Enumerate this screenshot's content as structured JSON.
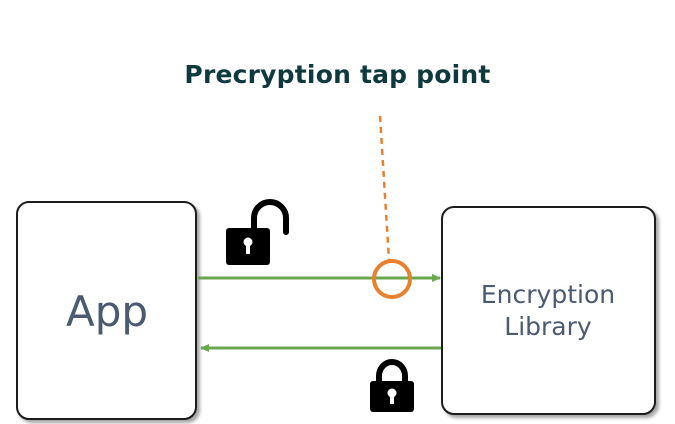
{
  "diagram": {
    "title": "Precryption tap point",
    "nodes": {
      "app": {
        "label": "App"
      },
      "library": {
        "label": "Encryption\nLibrary"
      }
    },
    "icons": {
      "top_arrow": "unlocked-padlock-icon",
      "bottom_arrow": "locked-padlock-icon",
      "tap_point": "tap-point-circle-icon"
    },
    "colors": {
      "title": "#0e3a3f",
      "arrow": "#6aa84f",
      "tap_point": "#e8812f",
      "box_border": "#1a1a1a",
      "box_label": "#4a5a70"
    }
  }
}
